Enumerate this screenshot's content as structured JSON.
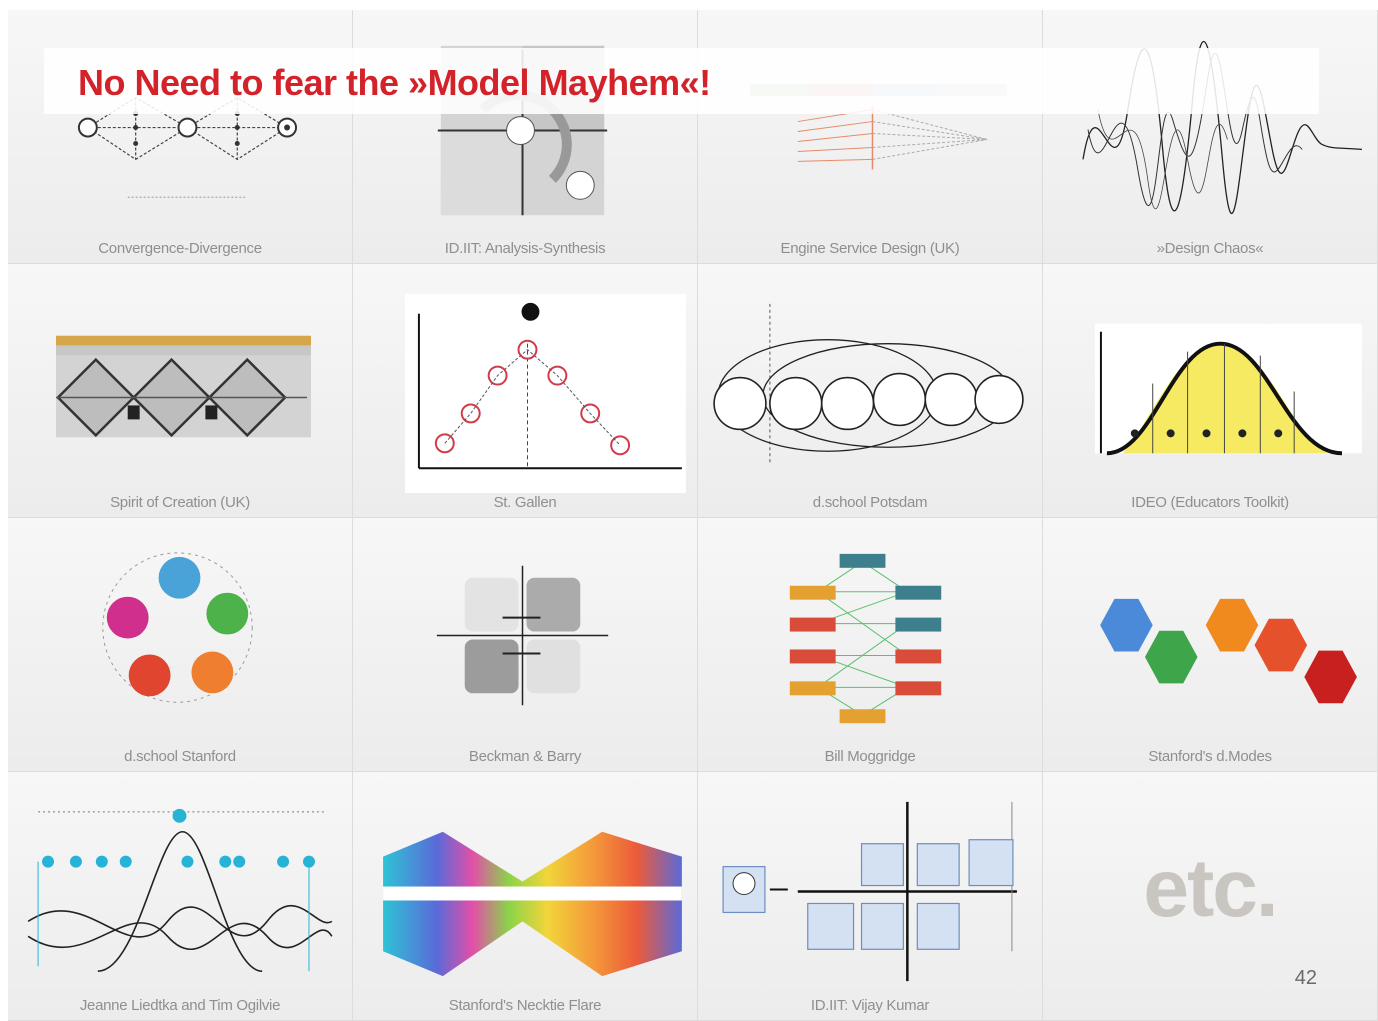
{
  "slide": {
    "title": "No Need to fear the »Model Mayhem«!",
    "page_number": "42",
    "etc_text": "etc."
  },
  "models": [
    {
      "caption": "Convergence-Divergence",
      "icon": "diamond-network"
    },
    {
      "caption": "ID.IIT: Analysis-Synthesis",
      "icon": "quadrant-cycle"
    },
    {
      "caption": "Engine Service Design (UK)",
      "icon": "fan-lines"
    },
    {
      "caption": "»Design Chaos«",
      "icon": "squiggle"
    },
    {
      "caption": "Spirit of Creation (UK)",
      "icon": "double-diamond-chain"
    },
    {
      "caption": "St. Gallen",
      "icon": "mountain-path"
    },
    {
      "caption": "d.school Potsdam",
      "icon": "loop-circles"
    },
    {
      "caption": "IDEO (Educators Toolkit)",
      "icon": "bell-curve"
    },
    {
      "caption": "d.school Stanford",
      "icon": "color-circle-cycle"
    },
    {
      "caption": "Beckman & Barry",
      "icon": "quadrant-boxes"
    },
    {
      "caption": "Bill Moggridge",
      "icon": "network-boxes"
    },
    {
      "caption": "Stanford's d.Modes",
      "icon": "hexagons"
    },
    {
      "caption": "Jeanne Liedtka and Tim Ogilvie",
      "icon": "wave-dots"
    },
    {
      "caption": "Stanford's Necktie Flare",
      "icon": "rainbow-bowtie"
    },
    {
      "caption": "ID.IIT: Vijay Kumar",
      "icon": "axis-icons"
    }
  ],
  "colors": {
    "title": "#d3222a",
    "caption": "#8f8f8f",
    "etc": "#c9c5c0"
  }
}
